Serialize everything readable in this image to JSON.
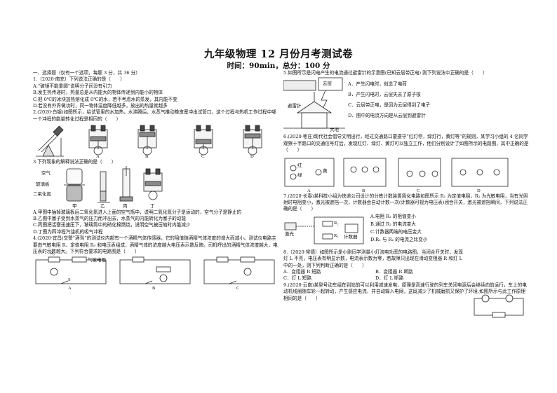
{
  "header": {
    "title": "九年级物理 12 月份月考测试卷",
    "meta": "时间：90min，总分：100 分"
  },
  "left": {
    "section": "一、选择题（仅有一个选项，每题 3 分，共 36 分）",
    "q1": {
      "stem": "1.（2020·南充）下列说法正确的是（　　）",
      "options": [
        "A.“破镜不能重圆”说明分子间没有引力",
        "B.发生热传递时，热量总是从内能大的物体传递到内能小的物体",
        "C.把 0℃的冰块加热熔化成 0℃的水，若不考虑水的蒸发，其内能不变",
        "D.若没有外界做功时，同一物体温度降低越多，放出的热量就越多"
      ]
    },
    "q2": {
      "stem": "2.(2020·白银)如图所示，给试管里的水加热，水沸腾后，水蒸气推动橡皮塞冲出试管口，这个过程与热机工作过程中哪一个冲程的能量转化过程是相同的（　　）",
      "labels": [
        "A",
        "B",
        "C",
        "D"
      ]
    },
    "q3": {
      "stem": "3.下列现象的解释说法正确的是（　　）",
      "fig_labels": [
        "空气",
        "玻璃板",
        "二氧化氮",
        "甲",
        "乙",
        "丙",
        "丁"
      ],
      "options": [
        "A.甲图中抽掉玻璃板后二氧化氮进入上面的空气瓶中，说明二氧化氮分子是运动的，空气分子是静止的",
        "B.乙图中塞子受到水蒸气的压力而冲出去，水蒸气的内能转化为塞子的动能",
        "C.丙图把活塞迅速压下，玻璃筒中的硝化棉燃烧，说明空气被压缩时内能减少",
        "D.丁图为四冲程汽油机的吸气冲程"
      ]
    },
    "q4": {
      "stem": "4.(2020·宜昌)交警“酒驾”的测试仪内部有一个酒精气体传感器，它的阻值随酒精气体浓度的增大而减小。测试仪电路主要由气敏电阻 R、定值电阻 R₀ 和电压表组成，酒精气体的浓度越大电压表示数反映。司机呼出的酒精气体浓度越大，电压表的示数越大。下列符合要求的电路图是（　　）",
      "fig": {
        "r0": "R₀",
        "sensor": "气敏电阻",
        "s": "S"
      },
      "labels": [
        "A",
        "B",
        "C"
      ]
    }
  },
  "right": {
    "q5": {
      "stem": "5.如图所示是闪电产生的电流通过避雷针的示意图(已知云层带正电).则下列说法中正确的是（　　）",
      "fig": {
        "cloud": "云层",
        "rod": "避雷针",
        "ground": "大地"
      },
      "options": [
        "A．产生闪电时，创造了电荷",
        "B．产生闪电时，云层失去了原子核",
        "C．云层带正电，是因为云层得到了电子",
        "D．图中的电流方向是从云层到避雷针"
      ]
    },
    "q6": {
      "stem": "6.(2020·枣庄)现代社会倡导文明出行，经过交通路口要遵守“红灯停，绿灯行，黄灯等”的规则，某学习小组的 4 名同学观察十字路口的交通信号灯后，发现红灯、绿灯、黄灯可以独立工作，他们分别设计了如图所示的电路图，其中正确的是（　　）",
      "fig": {
        "red": "红",
        "green": "绿",
        "yellow": "黄",
        "s": "S"
      },
      "labels": [
        "A",
        "B",
        "C",
        "D"
      ]
    },
    "q7": {
      "stem": "7.(2020·长春)某科技小组为快递公司设计的分拣计数装置简化电路如图所示 R₁ 为定值电阻，R₂ 为光敏电阻，当有光照射时电阻变小，激光被遮挡一次，计数器会自动计数一次(计数器可视为电压表)闭合开关，激光被遮挡瞬间，下列说法正确的是（　　）",
      "fig": {
        "r1": "R₁",
        "r2": "R₂",
        "counter": "计数器",
        "laser": "激光"
      },
      "options": [
        "A.电阻 R₂ 的阻值变小",
        "B.通过 R₂ 的电流变大",
        "C.计数器两端的电压变大",
        "D.R₁ 与 R₂ 的电流之比变小"
      ]
    },
    "q8": {
      "stem": "8.（2020·常德）如图所示是小刚同学测量小灯泡电功率的电路图，当闭合开关时，发现灯 L 不亮，电压表有明显示数，电流表示数为零，若故障只出现在滑动变阻器 R 和灯 L 中的一处，则下列判断正确的是（　　）",
      "options": [
        "A．变阻器 R 短路",
        "B．变阻器 R 断路",
        "C．灯 L 短路",
        "D．灯 L 断路"
      ]
    },
    "q9": {
      "stem": "9.(2020·云南)某型号动车组在到站前可以利用减速发电，原理是高速行驶的列车关闭电源后会继续向前运行，车上的电动机线圈随车轮一起转动，产生感应电流，并自动输入电网，这既减少了机械磨损又保护了环境.如图所示与此工作原理相同的是（　　）"
    }
  }
}
